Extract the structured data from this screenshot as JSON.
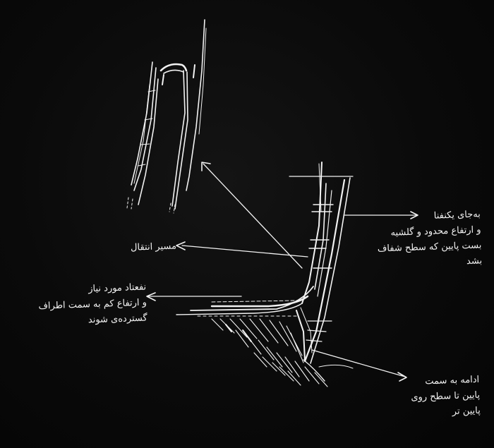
{
  "colors": {
    "background": "#0a0a0a",
    "ink": "#f2f2f2"
  },
  "annotations": {
    "right_top": [
      "به‌جای یکنفنا",
      "و ارتفاع محدود و گلشیه",
      "بست پایین که سطح شفاف",
      "بشد"
    ],
    "middle_left": "مسیر انتقال",
    "left_bottom": [
      "نفعتاد مورد نیاز",
      "و ارتفاع کم به سمت اطراف",
      "گسترده‌ی شوند"
    ],
    "right_bottom": [
      "ادامه به سمت",
      "پایین تا سطح روی",
      "پایین تر"
    ]
  }
}
